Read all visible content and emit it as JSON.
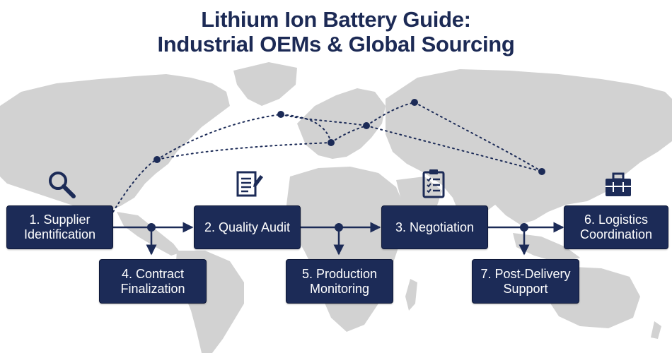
{
  "title": {
    "line1": "Lithium Ion Battery Guide:",
    "line2": "Industrial OEMs & Global Sourcing"
  },
  "steps": [
    {
      "label": "1. Supplier\nIdentification"
    },
    {
      "label": "2. Quality Audit"
    },
    {
      "label": "3. Negotiation"
    },
    {
      "label": "6. Logistics\nCoordination"
    },
    {
      "label": "4. Contract\nFinalization"
    },
    {
      "label": "5. Production\nMonitoring"
    },
    {
      "label": "7. Post-Delivery\nSupport"
    }
  ],
  "icons": [
    "magnifier-icon",
    "document-pen-icon",
    "clipboard-checklist-icon",
    "toolbox-icon"
  ],
  "colors": {
    "navy": "#1c2b57",
    "map": "#d3d3d3",
    "title": "#1c2a55"
  }
}
